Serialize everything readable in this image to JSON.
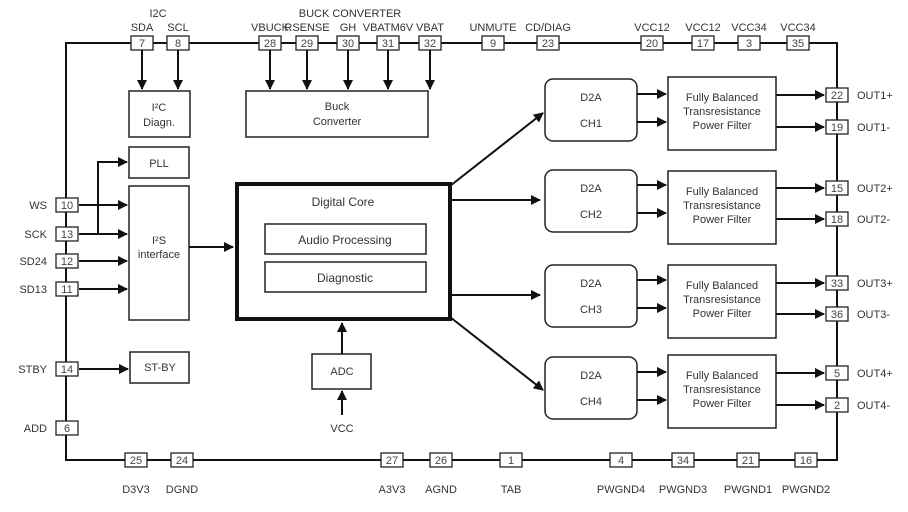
{
  "diagram": {
    "top_pins": [
      {
        "num": "7",
        "label": "SDA"
      },
      {
        "num": "8",
        "label": "SCL"
      },
      {
        "num": "28",
        "label": "VBUCK"
      },
      {
        "num": "29",
        "label": "RSENSE"
      },
      {
        "num": "30",
        "label": "GH"
      },
      {
        "num": "31",
        "label": "VBATM6V"
      },
      {
        "num": "32",
        "label": "VBAT"
      },
      {
        "num": "9",
        "label": "UNMUTE"
      },
      {
        "num": "23",
        "label": "CD/DIAG"
      },
      {
        "num": "20",
        "label": "VCC12"
      },
      {
        "num": "17",
        "label": "VCC12"
      },
      {
        "num": "3",
        "label": "VCC34"
      },
      {
        "num": "35",
        "label": "VCC34"
      }
    ],
    "top_group_labels": {
      "i2c": "I2C",
      "buck": "BUCK CONVERTER"
    },
    "left_pins": [
      {
        "num": "10",
        "label": "WS"
      },
      {
        "num": "13",
        "label": "SCK"
      },
      {
        "num": "12",
        "label": "SD24"
      },
      {
        "num": "11",
        "label": "SD13"
      },
      {
        "num": "14",
        "label": "STBY"
      },
      {
        "num": "6",
        "label": "ADD"
      }
    ],
    "bottom_pins": [
      {
        "num": "25",
        "label": "D3V3"
      },
      {
        "num": "24",
        "label": "DGND"
      },
      {
        "num": "27",
        "label": "A3V3"
      },
      {
        "num": "26",
        "label": "AGND"
      },
      {
        "num": "1",
        "label": "TAB"
      },
      {
        "num": "4",
        "label": "PWGND4"
      },
      {
        "num": "34",
        "label": "PWGND3"
      },
      {
        "num": "21",
        "label": "PWGND1"
      },
      {
        "num": "16",
        "label": "PWGND2"
      }
    ],
    "right_pins": [
      {
        "num": "22",
        "label": "OUT1+"
      },
      {
        "num": "19",
        "label": "OUT1-"
      },
      {
        "num": "15",
        "label": "OUT2+"
      },
      {
        "num": "18",
        "label": "OUT2-"
      },
      {
        "num": "33",
        "label": "OUT3+"
      },
      {
        "num": "36",
        "label": "OUT3-"
      },
      {
        "num": "5",
        "label": "OUT4+"
      },
      {
        "num": "2",
        "label": "OUT4-"
      }
    ],
    "blocks": {
      "i2c_diag": [
        "I²C",
        "Diagn."
      ],
      "buck": [
        "Buck",
        "Converter"
      ],
      "pll": "PLL",
      "i2s": [
        "I²S",
        "interface"
      ],
      "digital_core": "Digital Core",
      "audio_processing": "Audio Processing",
      "diagnostic": "Diagnostic",
      "stby": "ST-BY",
      "adc": "ADC",
      "vcc": "VCC"
    },
    "channels": [
      {
        "d2a": "D2A",
        "ch": "CH1",
        "filter": [
          "Fully Balanced",
          "Transresistance",
          "Power Filter"
        ]
      },
      {
        "d2a": "D2A",
        "ch": "CH2",
        "filter": [
          "Fully Balanced",
          "Transresistance",
          "Power Filter"
        ]
      },
      {
        "d2a": "D2A",
        "ch": "CH3",
        "filter": [
          "Fully Balanced",
          "Transresistance",
          "Power Filter"
        ]
      },
      {
        "d2a": "D2A",
        "ch": "CH4",
        "filter": [
          "Fully Balanced",
          "Transresistance",
          "Power Filter"
        ]
      }
    ]
  }
}
